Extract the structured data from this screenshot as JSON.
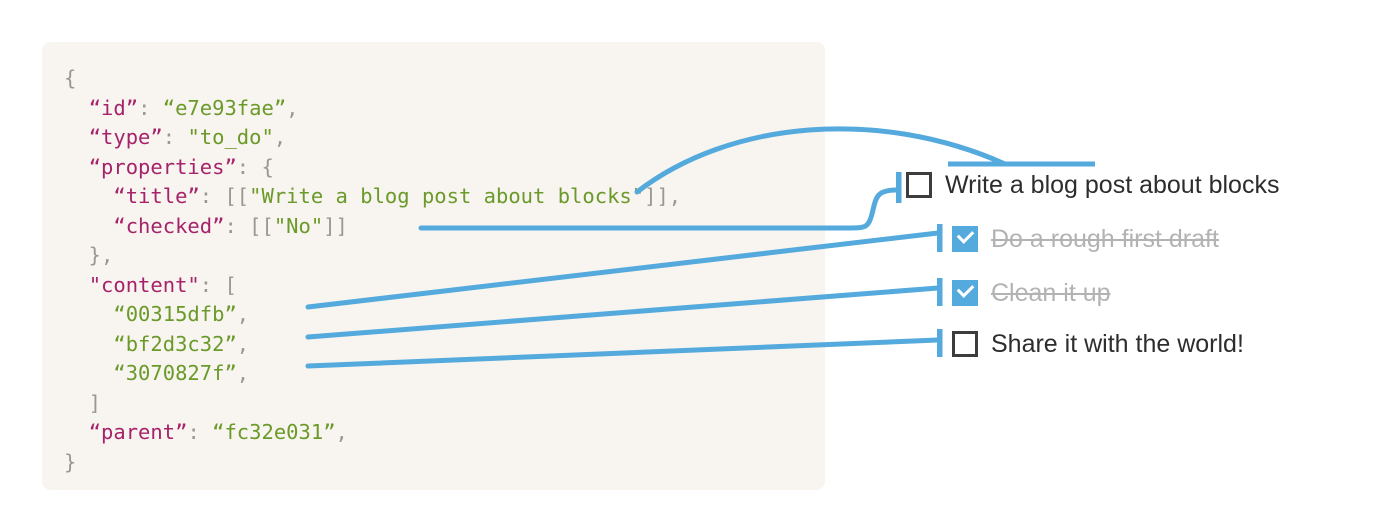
{
  "panel": {
    "background_color": "#f8f4ef",
    "code_colors": {
      "key": "#a6236b",
      "string": "#6a9a29",
      "punctuation": "#9a9792"
    },
    "code_lines": [
      [
        {
          "t": "punct",
          "v": "{"
        }
      ],
      [
        {
          "t": "punct",
          "v": "  "
        },
        {
          "t": "key",
          "v": "“id”"
        },
        {
          "t": "punct",
          "v": ": "
        },
        {
          "t": "str",
          "v": "“e7e93fae”"
        },
        {
          "t": "punct",
          "v": ","
        }
      ],
      [
        {
          "t": "punct",
          "v": "  "
        },
        {
          "t": "key",
          "v": "“type”"
        },
        {
          "t": "punct",
          "v": ": "
        },
        {
          "t": "str",
          "v": "\"to_do\""
        },
        {
          "t": "punct",
          "v": ","
        }
      ],
      [
        {
          "t": "punct",
          "v": "  "
        },
        {
          "t": "key",
          "v": "“properties”"
        },
        {
          "t": "punct",
          "v": ": {"
        }
      ],
      [
        {
          "t": "punct",
          "v": "    "
        },
        {
          "t": "key",
          "v": "“title”"
        },
        {
          "t": "punct",
          "v": ": [["
        },
        {
          "t": "str",
          "v": "\"Write a blog post about blocks\""
        },
        {
          "t": "punct",
          "v": "]],"
        }
      ],
      [
        {
          "t": "punct",
          "v": "    "
        },
        {
          "t": "key",
          "v": "“checked”"
        },
        {
          "t": "punct",
          "v": ": [["
        },
        {
          "t": "str",
          "v": "\"No\""
        },
        {
          "t": "punct",
          "v": "]]"
        }
      ],
      [
        {
          "t": "punct",
          "v": "  },"
        }
      ],
      [
        {
          "t": "punct",
          "v": "  "
        },
        {
          "t": "key",
          "v": "\"content\""
        },
        {
          "t": "punct",
          "v": ": ["
        }
      ],
      [
        {
          "t": "punct",
          "v": "    "
        },
        {
          "t": "str",
          "v": "“00315dfb”"
        },
        {
          "t": "punct",
          "v": ","
        }
      ],
      [
        {
          "t": "punct",
          "v": "    "
        },
        {
          "t": "str",
          "v": "“bf2d3c32”"
        },
        {
          "t": "punct",
          "v": ","
        }
      ],
      [
        {
          "t": "punct",
          "v": "    "
        },
        {
          "t": "str",
          "v": "“3070827f”"
        },
        {
          "t": "punct",
          "v": ","
        }
      ],
      [
        {
          "t": "punct",
          "v": "  ]"
        }
      ],
      [
        {
          "t": "punct",
          "v": "  "
        },
        {
          "t": "key",
          "v": "“parent”"
        },
        {
          "t": "punct",
          "v": ": "
        },
        {
          "t": "str",
          "v": "“fc32e031”"
        },
        {
          "t": "punct",
          "v": ","
        }
      ],
      [
        {
          "t": "punct",
          "v": "}"
        }
      ]
    ]
  },
  "todo": {
    "accent_color": "#54aadd",
    "unchecked_border_color": "#3d3d3d",
    "done_text_color": "#b3b3b3",
    "text_color": "#2d2d2d",
    "items": [
      {
        "label": "Write a blog post about blocks",
        "checked": false,
        "checkbox_icon": "checkbox-empty-icon"
      },
      {
        "label": "Do a rough first draft",
        "checked": true,
        "checkbox_icon": "checkbox-checked-icon"
      },
      {
        "label": "Clean it up",
        "checked": true,
        "checkbox_icon": "checkbox-checked-icon"
      },
      {
        "label": "Share it with the world!",
        "checked": false,
        "checkbox_icon": "checkbox-empty-icon"
      }
    ]
  },
  "connectors": {
    "color": "#54aadd",
    "stroke_width": 5,
    "annotations": [
      {
        "name": "title-to-item-label",
        "from": "title",
        "to": "item-0-label"
      },
      {
        "name": "checked-to-item-checkbox",
        "from": "checked",
        "to": "item-0-checkbox"
      },
      {
        "name": "content-0-to-item-1",
        "from": "00315dfb",
        "to": "item-1"
      },
      {
        "name": "content-1-to-item-2",
        "from": "bf2d3c32",
        "to": "item-2"
      },
      {
        "name": "content-2-to-item-3",
        "from": "3070827f",
        "to": "item-3"
      }
    ]
  }
}
